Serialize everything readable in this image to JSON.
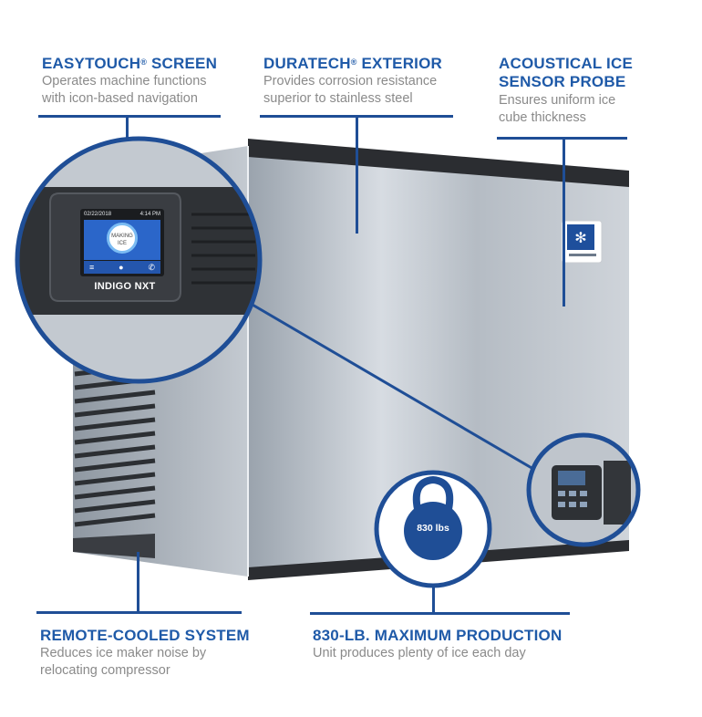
{
  "features": {
    "easytouch": {
      "title": "EASYTOUCH",
      "mark": "®",
      "title_rest": " SCREEN",
      "desc1": "Operates machine functions",
      "desc2": "with icon-based navigation"
    },
    "duratech": {
      "title": "DURATECH",
      "mark": "®",
      "title_rest": " EXTERIOR",
      "desc1": "Provides corrosion resistance",
      "desc2": "superior to stainless steel"
    },
    "acoustical": {
      "title1": "ACOUSTICAL ICE",
      "title2": "SENSOR PROBE",
      "desc1": "Ensures uniform ice",
      "desc2": "cube thickness"
    },
    "remote": {
      "title": "REMOTE-COOLED SYSTEM",
      "desc1": "Reduces ice maker noise by",
      "desc2": "relocating compressor"
    },
    "production": {
      "title": "830-LB. MAXIMUM PRODUCTION",
      "desc1": "Unit produces plenty of ice each day"
    }
  },
  "screen": {
    "date": "02/22/2018",
    "time": "4:14 PM",
    "status1": "MAKING",
    "status2": "ICE",
    "brand": "INDIGO NXT"
  },
  "weight": {
    "label": "830 lbs"
  },
  "colors": {
    "accent": "#1f4e96",
    "title_blue": "#1f5aa8",
    "desc_gray": "#8a8a8a"
  }
}
